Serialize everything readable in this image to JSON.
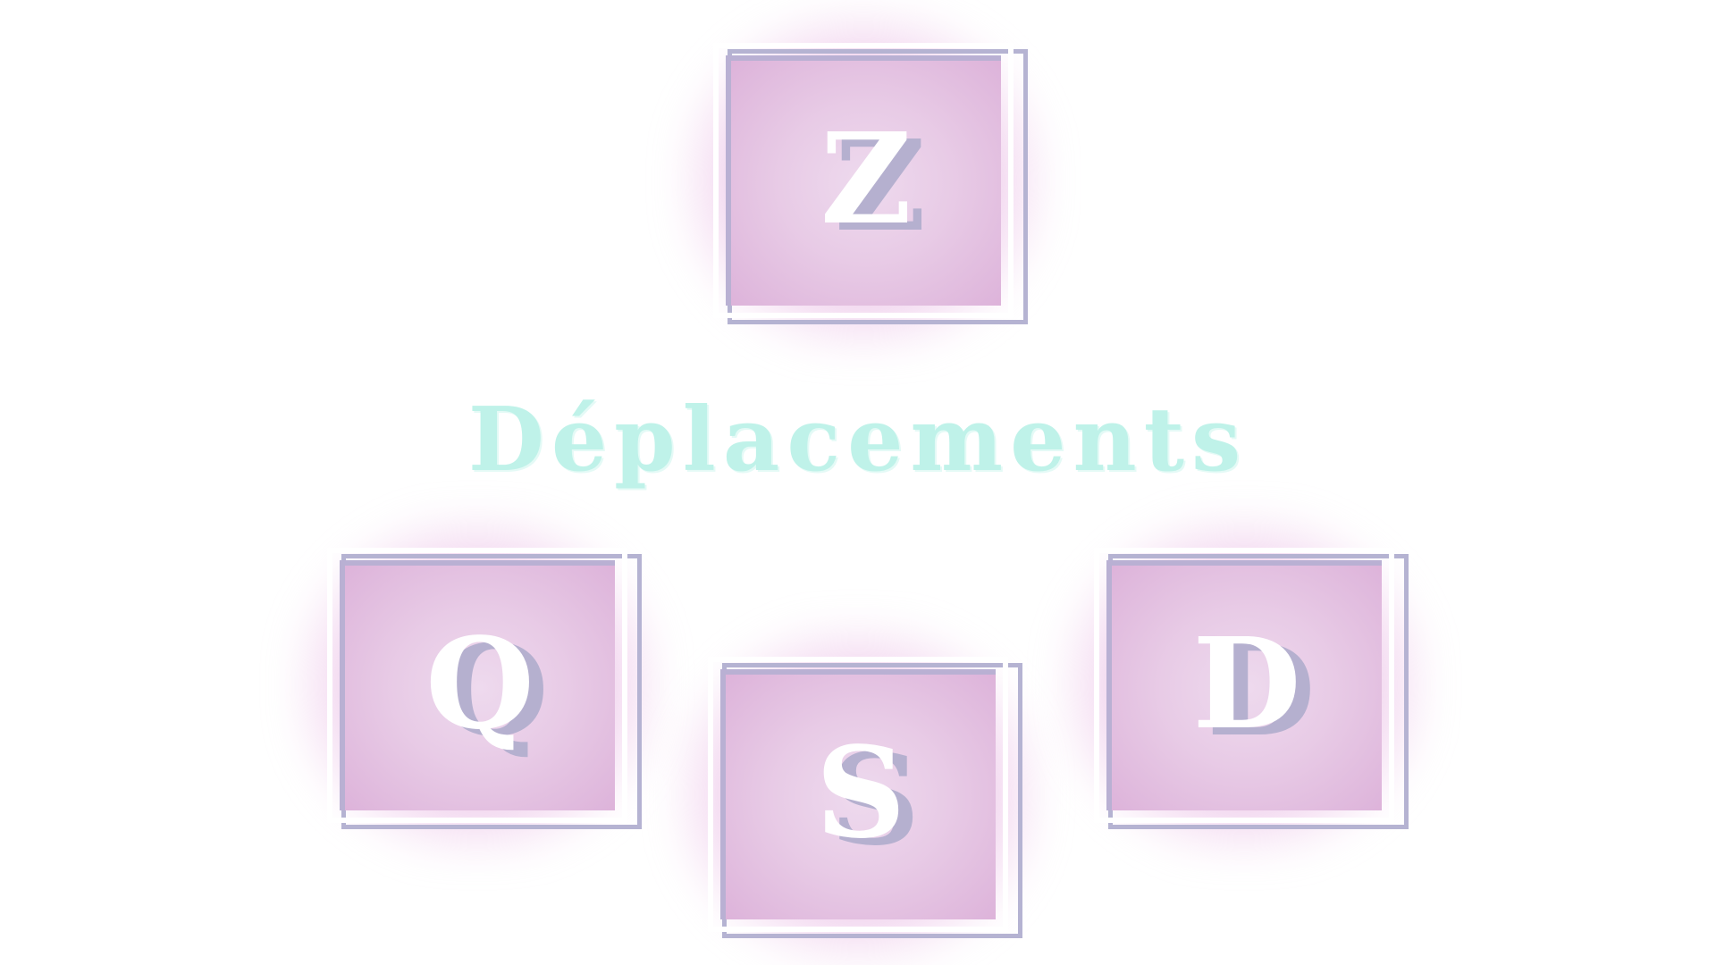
{
  "title": "Déplacements",
  "keys": {
    "up": "Z",
    "left": "Q",
    "down": "S",
    "right": "D"
  },
  "colors": {
    "background": "#ffffff",
    "key_fill": "#e8cbe6",
    "key_glow": "#dca0d7",
    "key_frame": "#ffffff",
    "key_shadow": "#b5b3d2",
    "title": "#bff2e9"
  }
}
